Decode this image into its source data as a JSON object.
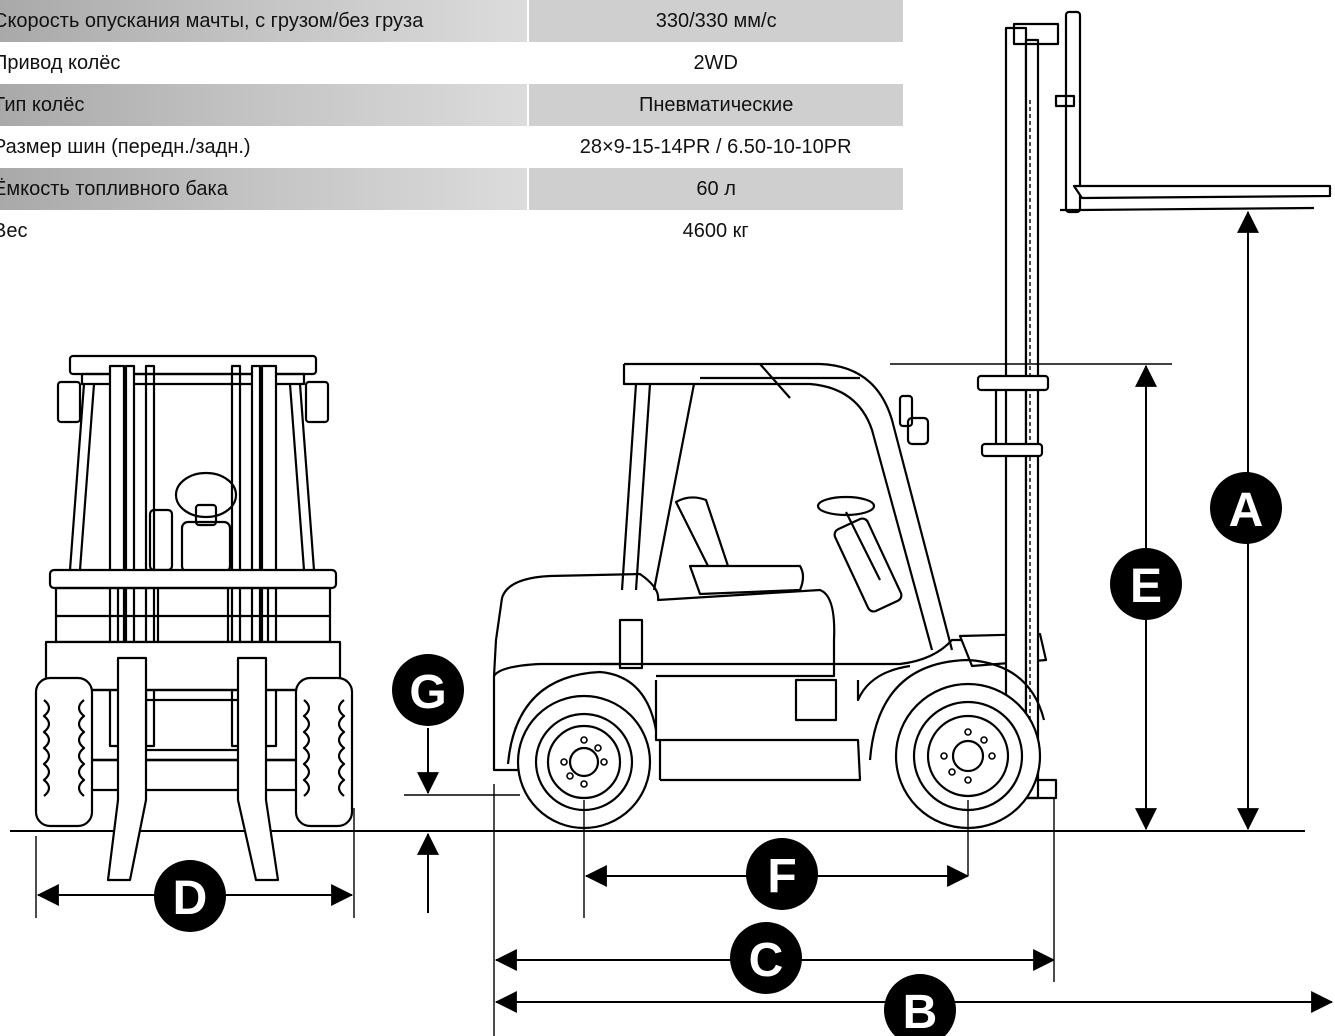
{
  "specs": [
    {
      "label": "Скорость опускания мачты, с грузом/без груза",
      "value": "330/330 мм/с"
    },
    {
      "label": "Привод колёс",
      "value": "2WD"
    },
    {
      "label": "Тип колёс",
      "value": "Пневматические"
    },
    {
      "label": "Размер шин (передн./задн.)",
      "value": "28×9-15-14PR / 6.50-10-10PR"
    },
    {
      "label": "Ёмкость топливного бака",
      "value": "60 л"
    },
    {
      "label": "Вес",
      "value": "4600 кг"
    }
  ],
  "markers": {
    "a": "A",
    "b": "B",
    "c": "C",
    "d": "D",
    "e": "E",
    "f": "F",
    "g": "G"
  },
  "colors": {
    "ink": "#000000",
    "row_shade": "#cfcfcf",
    "marker_fill": "#000000",
    "marker_text": "#ffffff"
  }
}
